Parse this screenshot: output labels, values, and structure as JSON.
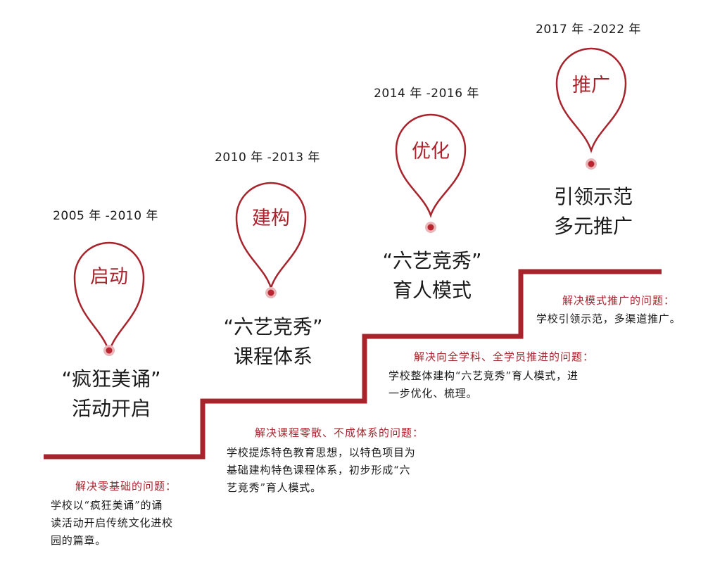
{
  "colors": {
    "accent": "#a8242d",
    "dot": "#b9262f",
    "dot_ring": "#e9b7ba",
    "text": "#1a1a1a"
  },
  "stages": [
    {
      "period": "2005 年 -2010 年",
      "pin_label": "启动",
      "title": [
        "“疯狂美诵”",
        "活动开启"
      ],
      "problem_heading": "解决零基础的问题：",
      "problem_text": [
        "学校以“疯狂美诵”的诵",
        "读活动开启传统文化进校",
        "园的篇章。"
      ]
    },
    {
      "period": "2010 年 -2013 年",
      "pin_label": "建构",
      "title": [
        "“六艺竞秀”",
        "课程体系"
      ],
      "problem_heading": "解决课程零散、不成体系的问题：",
      "problem_text": [
        "学校提炼特色教育思想，以特色项目为",
        "基础建构特色课程体系，初步形成“六",
        "艺竞秀”育人模式。"
      ]
    },
    {
      "period": "2014 年 -2016 年",
      "pin_label": "优化",
      "title": [
        "“六艺竞秀”",
        "育人模式"
      ],
      "problem_heading": "解决向全学科、全学员推进的问题：",
      "problem_text": [
        "学校整体建构“六艺竞秀”育人模式，进",
        "一步优化、梳理。"
      ]
    },
    {
      "period": "2017 年 -2022 年",
      "pin_label": "推广",
      "title": [
        "引领示范",
        "多元推广"
      ],
      "problem_heading": "解决模式推广的问题：",
      "problem_text": [
        "学校引领示范，多渠道推广。"
      ]
    }
  ]
}
